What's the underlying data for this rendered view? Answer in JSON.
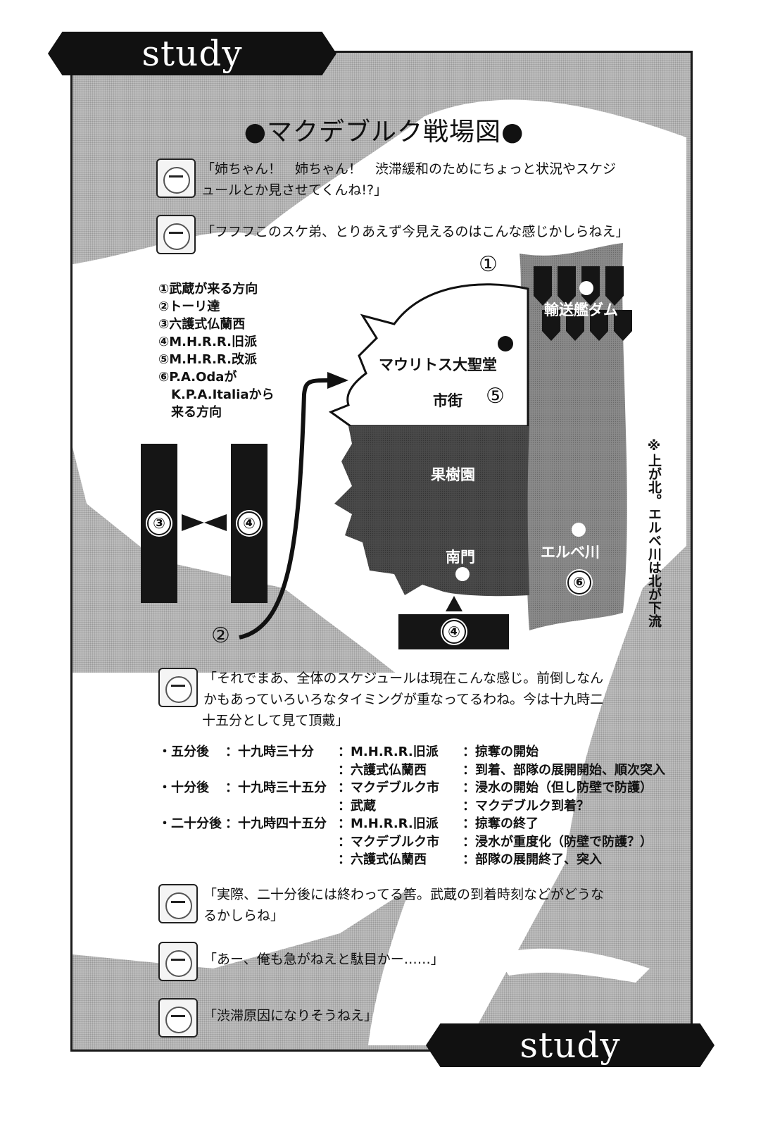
{
  "header": {
    "banner_top": "study",
    "banner_bottom": "study"
  },
  "title": "●マクデブルク戦場図●",
  "dialogues": [
    {
      "id": "d1",
      "lines": [
        "「姉ちゃん！　姉ちゃん！　渋滞緩和のためにちょっと状況やスケジ",
        "ュールとか見させてくんね!?」"
      ]
    },
    {
      "id": "d2",
      "lines": [
        "「フフフこのスケ弟、とりあえず今見えるのはこんな感じかしらねえ」"
      ]
    },
    {
      "id": "d3",
      "lines": [
        "「それでまあ、全体のスケジュールは現在こんな感じ。前倒しなん",
        "かもあっていろいろなタイミングが重なってるわね。今は十九時二",
        "十五分として見て頂戴」"
      ]
    },
    {
      "id": "d4",
      "lines": [
        "「実際、二十分後には終わってる筈。武蔵の到着時刻などがどうな",
        "るかしらね」"
      ]
    },
    {
      "id": "d5",
      "lines": [
        "「あー、俺も急がねえと駄目かー……」"
      ]
    },
    {
      "id": "d6",
      "lines": [
        "「渋滞原因になりそうねえ」"
      ]
    }
  ],
  "legend": [
    "①武蔵が来る方向",
    "②トーリ達",
    "③六護式仏蘭西",
    "④M.H.R.R.旧派",
    "⑤M.H.R.R.改派",
    "⑥P.A.Odaが",
    "　K.P.A.Italiaから",
    "　来る方向"
  ],
  "map": {
    "labels": {
      "dam": "輸送艦ダム",
      "cathedral": "マウリトス大聖堂",
      "city": "市街",
      "orchard": "果樹園",
      "south_gate": "南門",
      "elbe": "エルベ川"
    },
    "markers": {
      "m1": "①",
      "m2": "②",
      "m3": "③",
      "m4a": "④",
      "m4b": "④",
      "m5": "⑤",
      "m6": "⑥"
    },
    "note": "※上が北。エルベ川は北が下流",
    "colors": {
      "river": "#7a7a7a",
      "orchard": "#3e3e3e",
      "units": "#151515",
      "city": "#ffffff"
    }
  },
  "schedule": [
    {
      "after": "・五分後",
      "time": "：十九時三十分",
      "who": "：M.H.R.R.旧派",
      "what": "：掠奪の開始"
    },
    {
      "after": "",
      "time": "",
      "who": "：六護式仏蘭西",
      "what": "：到着、部隊の展開開始、順次突入"
    },
    {
      "after": "・十分後",
      "time": "：十九時三十五分",
      "who": "：マクデブルク市",
      "what": "：浸水の開始（但し防壁で防護）"
    },
    {
      "after": "",
      "time": "",
      "who": "：武蔵",
      "what": "：マクデブルク到着？"
    },
    {
      "after": "・二十分後",
      "time": "：十九時四十五分",
      "who": "：M.H.R.R.旧派",
      "what": "：掠奪の終了"
    },
    {
      "after": "",
      "time": "",
      "who": "：マクデブルク市",
      "what": "：浸水が重度化（防壁で防護？）"
    },
    {
      "after": "",
      "time": "",
      "who": "：六護式仏蘭西",
      "what": "：部隊の展開終了、突入"
    }
  ]
}
